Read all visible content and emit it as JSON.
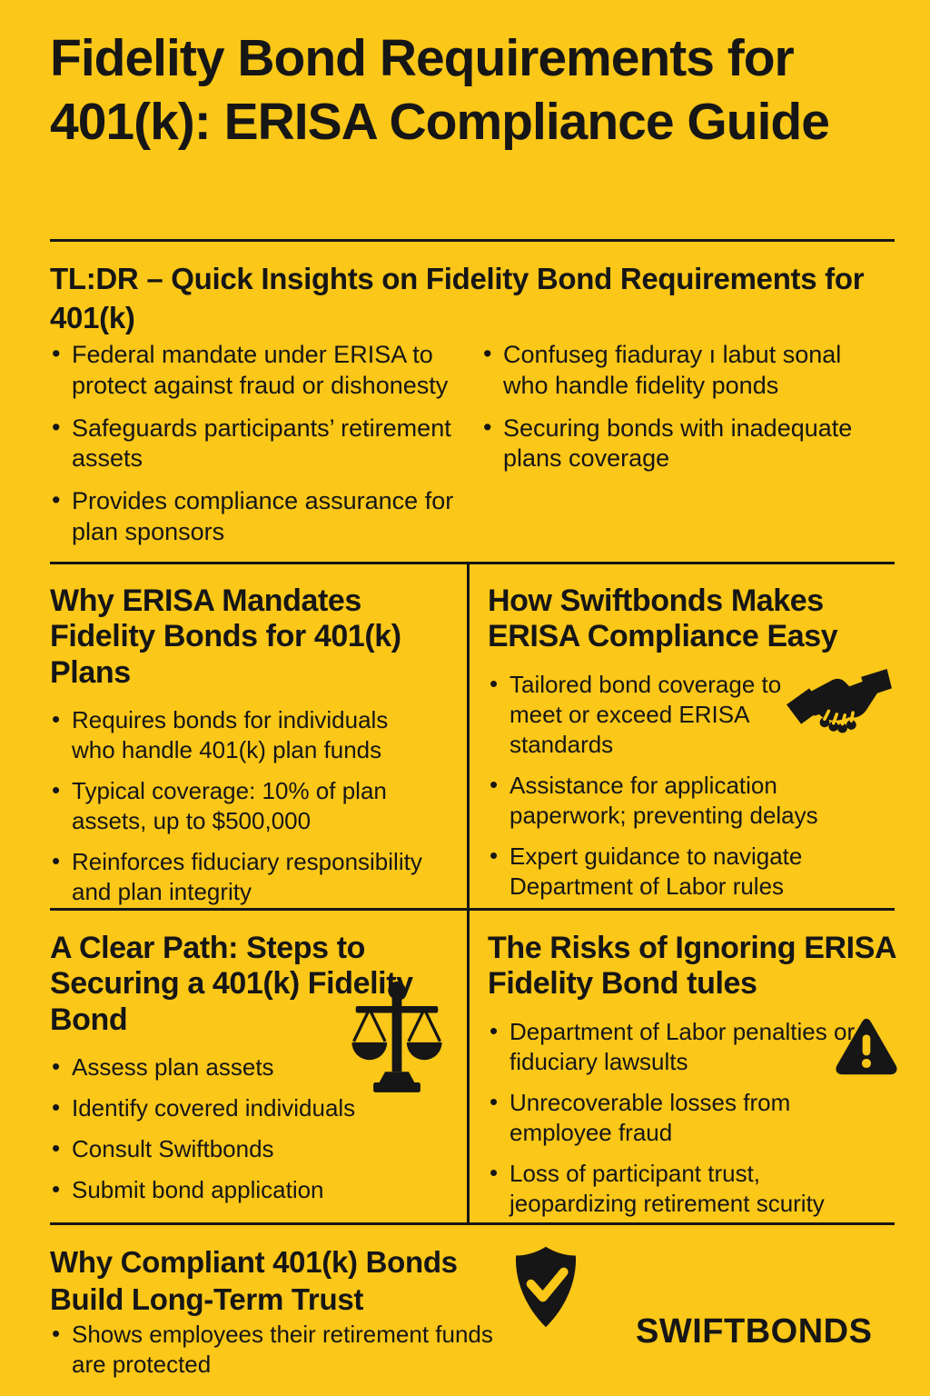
{
  "colors": {
    "background": "#FBC718",
    "text": "#161616"
  },
  "title": "Fidelity Bond Requirements for 401(k): ERISA Compliance Guide",
  "tldr": {
    "heading": "TL:DR – Quick Insights on Fidelity Bond Requirements for 401(k)",
    "col1": [
      "Federal mandate under ERISA to protect against fraud or dishonesty",
      "Safeguards participants’ retirement assets",
      "Provides compliance assurance for plan sponsors"
    ],
    "col2": [
      "Confuseg fiaduray ı labut sonal who handle fidelity ponds",
      "Securing bonds with inadequate plans coverage"
    ]
  },
  "sections": [
    {
      "heading": "Why ERISA Mandates Fidelity Bonds for 401(k) Plans",
      "bullets": [
        "Requires bonds for individuals who handle 401(k) plan funds",
        "Typical coverage: 10% of plan assets, up to $500,000",
        "Reinforces fiduciary responsibility and plan integrity"
      ]
    },
    {
      "heading": "How Swiftbonds Makes ERISA Compliance Easy",
      "icon": "handshake-icon",
      "bullets": [
        "Tailored bond coverage to meet or exceed ERISA standards",
        "Assistance for application paperwork; preventing delays",
        "Expert guidance to navigate Department of Labor rules"
      ]
    },
    {
      "heading": "A Clear Path: Steps to Securing a 401(k) Fidelity Bond",
      "icon": "scales-icon",
      "bullets": [
        "Assess plan assets",
        "Identify covered individuals",
        "Consult Swiftbonds",
        "Submit bond application"
      ]
    },
    {
      "heading": "The Risks of Ignoring ERISA Fidelity Bond tules",
      "icon": "warning-icon",
      "bullets": [
        "Department of Labor penalties or fiduciary lawsults",
        "Unrecoverable losses from employee fraud",
        "Loss of participant trust, jeopardizing retirement scurity"
      ]
    }
  ],
  "footer": {
    "heading": "Why Compliant 401(k) Bonds Build Long-Term Trust",
    "icon": "shield-check-icon",
    "bullets": [
      "Shows employees their retirement funds are protected"
    ],
    "brand": "SWIFTBONDS"
  }
}
